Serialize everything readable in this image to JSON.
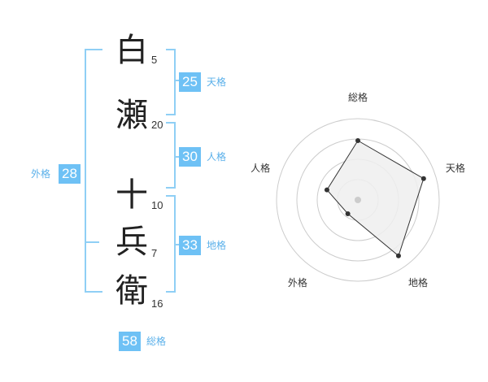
{
  "name": {
    "chars": [
      {
        "char": "白",
        "strokes": "5"
      },
      {
        "char": "瀬",
        "strokes": "20"
      },
      {
        "char": "十",
        "strokes": "10"
      },
      {
        "char": "兵",
        "strokes": "7"
      },
      {
        "char": "衛",
        "strokes": "16"
      }
    ]
  },
  "fortunes": {
    "tenkaku": {
      "value": "25",
      "label": "天格"
    },
    "jinkaku": {
      "value": "30",
      "label": "人格"
    },
    "chikaku": {
      "value": "33",
      "label": "地格"
    },
    "gaikaku": {
      "value": "28",
      "label": "外格"
    },
    "soukaku": {
      "value": "58",
      "label": "総格"
    }
  },
  "chart_data": {
    "type": "radar",
    "axes": [
      "総格",
      "天格",
      "地格",
      "外格",
      "人格"
    ],
    "values": [
      0.73,
      0.85,
      0.85,
      0.21,
      0.4
    ],
    "range": [
      0,
      1
    ],
    "rings": 4,
    "colors": {
      "fill": "#efefef",
      "line": "#333333",
      "grid": "#cccccc",
      "center": "#cccccc"
    }
  }
}
